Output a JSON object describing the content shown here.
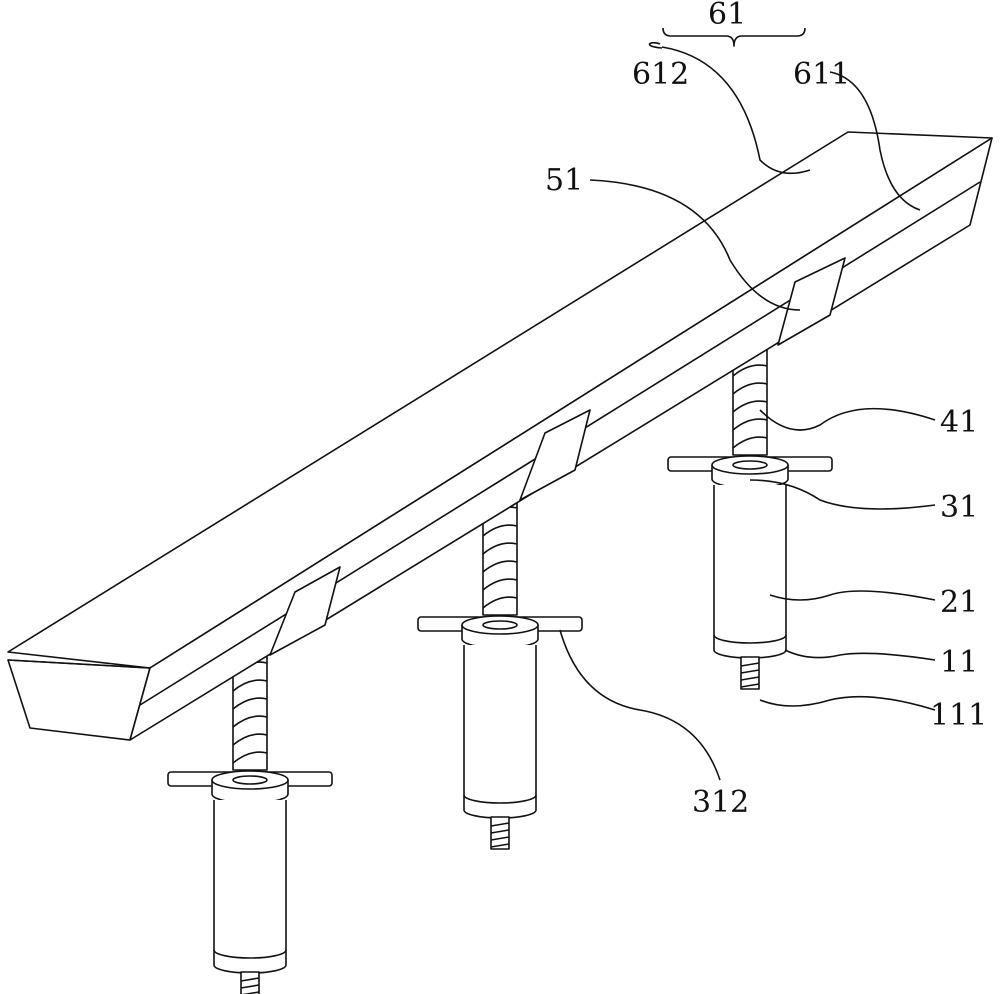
{
  "labels": {
    "l61": "61",
    "l612": "612",
    "l611": "611",
    "l51": "51",
    "l41": "41",
    "l31": "31",
    "l21": "21",
    "l11": "11",
    "l111": "111",
    "l312": "312"
  }
}
